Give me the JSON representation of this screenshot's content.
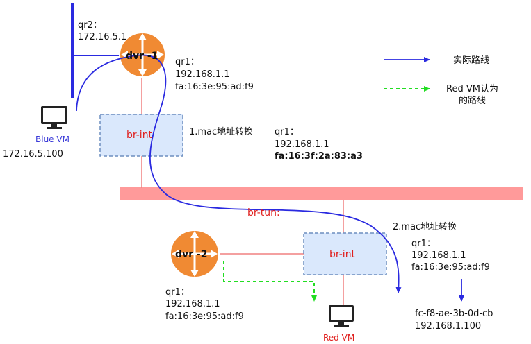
{
  "nodes": {
    "dvr1": {
      "label": "dvr -1"
    },
    "dvr2": {
      "label": "dvr -2"
    },
    "brint_top": {
      "label": "br-int"
    },
    "brint_bottom": {
      "label": "br-int"
    },
    "brtun": {
      "label": "br-tun:"
    },
    "blue_vm": {
      "label": "Blue VM",
      "ip": "172.16.5.100"
    },
    "red_vm": {
      "label": "Red VM"
    }
  },
  "annotations": {
    "qr2_top": {
      "line1": "qr2：",
      "line2": "172.16.5.1"
    },
    "qr1_dvr1": {
      "line1": "qr1：",
      "line2": "192.168.1.1",
      "line3": "fa:16:3e:95:ad:f9"
    },
    "mac_step1": "1.mac地址转换",
    "qr1_converted": {
      "line1": "qr1：",
      "line2": "192.168.1.1",
      "line3": "fa:16:3f:2a:83:a3"
    },
    "mac_step2": "2.mac地址转换",
    "qr1_right": {
      "line1": "qr1：",
      "line2": "192.168.1.1",
      "line3": "fa:16:3e:95:ad:f9"
    },
    "dest": {
      "line1": "fc-f8-ae-3b-0d-cb",
      "line2": "192.168.1.100"
    },
    "qr1_dvr2": {
      "line1": "qr1：",
      "line2": "192.168.1.1",
      "line3": "fa:16:3e:95:ad:f9"
    }
  },
  "legend": {
    "actual": "实际路线",
    "assumed": "Red VM认为\n的路线"
  },
  "colors": {
    "router": "#f08a33",
    "switch_fill": "#dae8fc",
    "switch_border": "#6c8ebf",
    "tunnel": "#ff9a9a",
    "link": "#f08080",
    "actual_path": "#2a2ae0",
    "assumed_path": "#22dd22",
    "vm_label_blue": "#3a3ad8",
    "vm_label_red": "#e0201e"
  }
}
